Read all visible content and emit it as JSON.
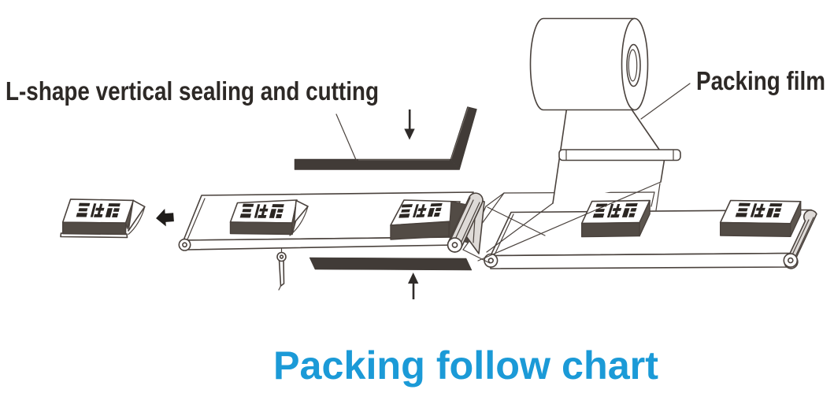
{
  "page": {
    "background": "#ffffff",
    "description": "Packing machine flow diagram"
  },
  "labels": {
    "l_shape": "L-shape vertical sealing and cutting",
    "packing_film": "Packing film"
  },
  "title": {
    "text": "Packing follow chart",
    "color": "#1b9ad7"
  },
  "boxes": {
    "label": "富仕德"
  },
  "colors": {
    "outline": "#4a423d",
    "dark_fill": "#413b37",
    "box_front": "#524b45",
    "roller_gray": "#dedad7",
    "label_text": "#2d2926",
    "title_blue": "#1b9ad7"
  }
}
